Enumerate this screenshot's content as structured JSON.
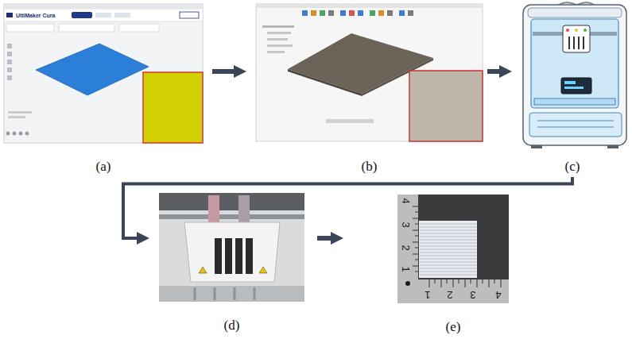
{
  "diagram": {
    "nodes": [
      {
        "text": [
          "(a)"
        ]
      },
      {
        "text": [
          "(b)"
        ]
      },
      {
        "text": [
          "(c)"
        ]
      },
      {
        "text": [
          "(d)"
        ]
      },
      {
        "text": [
          "(e)"
        ]
      }
    ],
    "edges": [
      {
        "from": 0,
        "to": 1,
        "arrow": "to"
      },
      {
        "from": 1,
        "to": 2,
        "arrow": "to"
      },
      {
        "from": 2,
        "to": 3,
        "arrow": "to"
      },
      {
        "from": 3,
        "to": 4,
        "arrow": "to"
      }
    ],
    "labels": [
      "UltiMaker Cura",
      "4",
      "3",
      "2",
      "1",
      "1",
      "2",
      "3",
      "4"
    ]
  }
}
